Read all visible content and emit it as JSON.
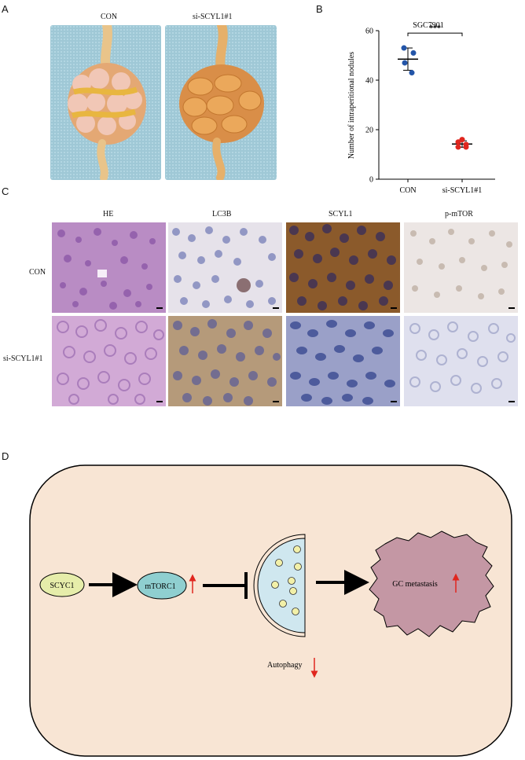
{
  "panels": {
    "a": "A",
    "b": "B",
    "c": "C",
    "d": "D"
  },
  "panel_a": {
    "label_con": "CON",
    "label_si": "si-SCYL1#1"
  },
  "chart_data": {
    "type": "scatter",
    "title": "SGC7901",
    "ylabel": "Number of intraperitional nodules",
    "categories": [
      "CON",
      "si-SCYL1#1"
    ],
    "yticks": [
      "0",
      "20",
      "40",
      "60"
    ],
    "ylim": [
      0,
      60
    ],
    "series": [
      {
        "category": "CON",
        "values": [
          53,
          51,
          47,
          43
        ],
        "mean": 48.5,
        "sd": 4.5,
        "color": "#2355a8"
      },
      {
        "category": "si-SCYL1#1",
        "values": [
          16,
          15,
          14,
          13,
          13
        ],
        "mean": 14.2,
        "sd": 1.3,
        "color": "#e0261e"
      }
    ],
    "significance": "***"
  },
  "panel_c": {
    "columns": [
      "HE",
      "LC3B",
      "SCYL1",
      "p-mTOR"
    ],
    "rows": [
      "CON",
      "si-SCYL1#1"
    ]
  },
  "panel_d": {
    "scyc1": "SCYC1",
    "mtorc1": "mTORC1",
    "autophagy": "Autophagy",
    "gc": "GC metastasis",
    "up_color": "#e0261e",
    "cell_fill": "#f8e5d4",
    "mtorc1_fill": "#8fcfd0",
    "scyc1_fill": "#e6edaa",
    "gc_fill": "#c497a4",
    "vesicle_fill": "#cfe7ef"
  }
}
